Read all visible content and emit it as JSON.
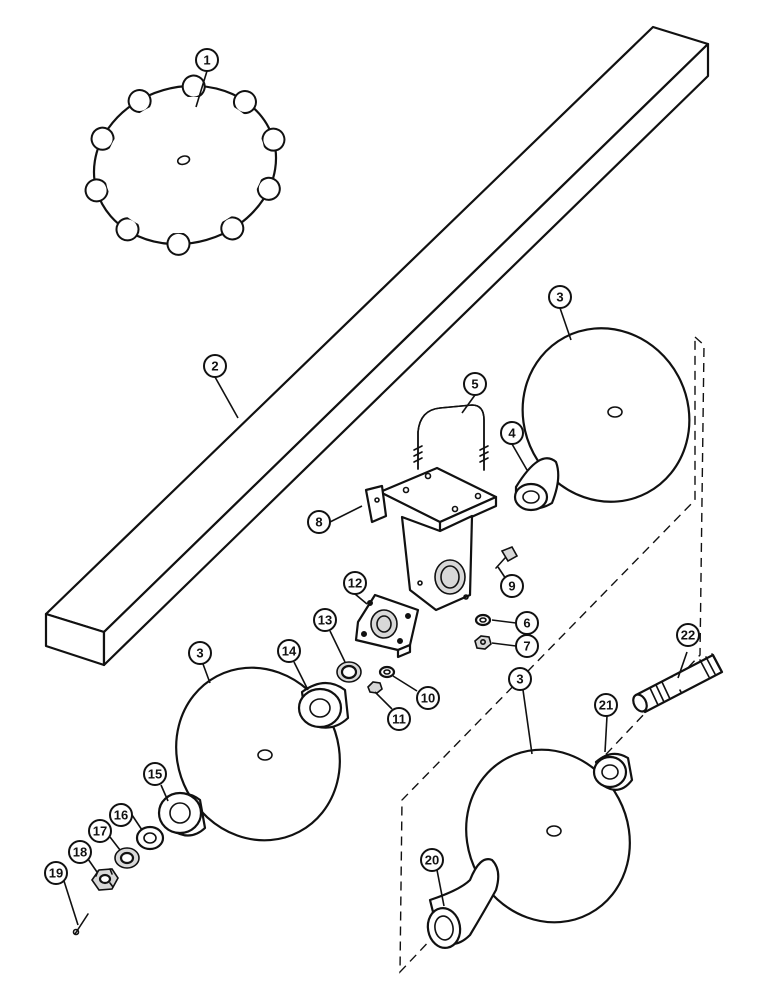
{
  "callouts": {
    "c1": "1",
    "c2": "2",
    "c3a": "3",
    "c3b": "3",
    "c3c": "3",
    "c4": "4",
    "c5": "5",
    "c6": "6",
    "c7": "7",
    "c8": "8",
    "c9": "9",
    "c10": "10",
    "c11": "11",
    "c12": "12",
    "c13": "13",
    "c14": "14",
    "c15": "15",
    "c16": "16",
    "c17": "17",
    "c18": "18",
    "c19": "19",
    "c20": "20",
    "c21": "21",
    "c22": "22"
  }
}
